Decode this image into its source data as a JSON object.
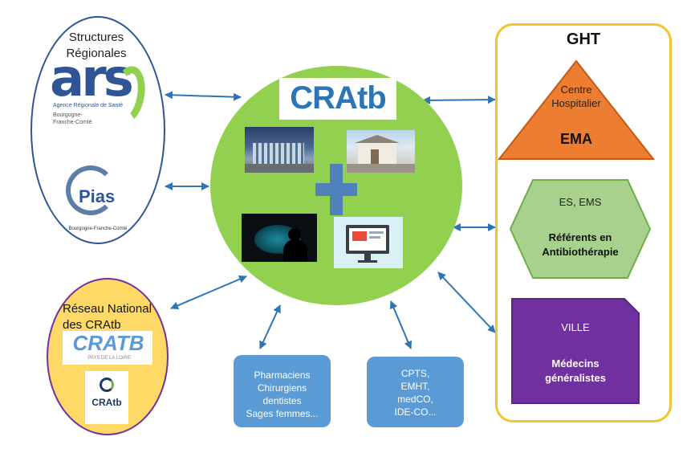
{
  "left_oval": {
    "title_line1": "Structures",
    "title_line2": "Régionales",
    "ars_logo": "ars",
    "ars_sub1": "Agence Régionale de Santé",
    "ars_sub2": "Bourgogne-",
    "ars_sub3": "Franche-Comté",
    "cpias_logo": "Pias",
    "cpias_sub": "Bourgogne-Franche-Comté"
  },
  "network": {
    "title_line1": "Réseau National",
    "title_line2": "des CRAtb",
    "cratb_logo": "CRATB",
    "cratb_sub": "PAYS DE LA LOIRE",
    "cratb_small": "CRAtb"
  },
  "center": {
    "logo": "CRAtb"
  },
  "ght": {
    "title": "GHT",
    "triangle_line1": "Centre",
    "triangle_line2": "Hospitalier",
    "triangle_bold": "EMA",
    "hex_line1": "ES, EMS",
    "hex_bold1": "Référents en",
    "hex_bold2": "Antibiothérapie",
    "ville": "VILLE",
    "ville_bold1": "Médecins",
    "ville_bold2": "généralistes"
  },
  "box1": {
    "line1": "Pharmaciens",
    "line2": "Chirurgiens",
    "line3": "dentistes",
    "line4": "Sages femmes..."
  },
  "box2": {
    "line1": "CPTS,",
    "line2": "EMHT,",
    "line3": "medCO,",
    "line4": "IDE-CO..."
  },
  "colors": {
    "green_circle": "#92d050",
    "orange": "#ed7d31",
    "light_green": "#a9d18e",
    "purple": "#7030a0",
    "blue_box": "#5b9bd5",
    "yellow": "#ffd966",
    "arrow": "#2e75b6",
    "oval_border": "#2e5597"
  }
}
